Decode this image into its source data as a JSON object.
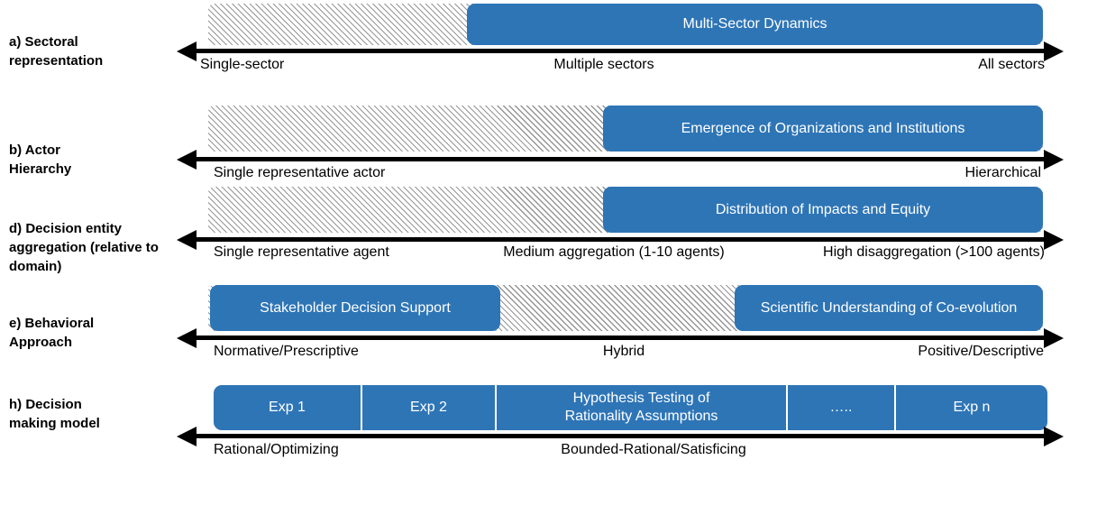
{
  "figure": {
    "type": "spectrum-diagram",
    "background": "#FFFFFF"
  },
  "colors": {
    "accent_blue": "#2E75B6",
    "box_text": "#FFFFFF",
    "hatch_gray": "#969696",
    "axis_black": "#000000"
  },
  "rows": [
    {
      "id": "a",
      "label": "a)  Sectoral representation",
      "axis": {
        "left": "Single-sector",
        "middle": "Multiple sectors",
        "right": "All sectors"
      },
      "boxes": [
        {
          "text": "Multi-Sector Dynamics"
        }
      ]
    },
    {
      "id": "b",
      "label": "b)  Actor Hierarchy",
      "axis": {
        "left": "Single representative actor",
        "right": "Hierarchical"
      },
      "boxes": [
        {
          "text": "Emergence of Organizations and Institutions"
        }
      ]
    },
    {
      "id": "d",
      "label": "d) Decision entity aggregation (relative to domain)",
      "axis": {
        "left": "Single representative agent",
        "middle": "Medium aggregation (1-10 agents)",
        "right": "High disaggregation (>100 agents)"
      },
      "boxes": [
        {
          "text": "Distribution of Impacts and Equity"
        }
      ]
    },
    {
      "id": "e",
      "label": "e)  Behavioral Approach",
      "axis": {
        "left": "Normative/Prescriptive",
        "middle": "Hybrid",
        "right": "Positive/Descriptive"
      },
      "boxes": [
        {
          "text": "Stakeholder Decision Support"
        },
        {
          "text": "Scientific Understanding of Co-evolution"
        }
      ]
    },
    {
      "id": "h",
      "label": "h) Decision making model",
      "axis": {
        "left": "Rational/Optimizing",
        "middle": "Bounded-Rational/Satisficing"
      },
      "segments": [
        "Exp 1",
        "Exp 2",
        "Hypothesis Testing of Rationality Assumptions",
        "…..",
        "Exp n"
      ]
    }
  ]
}
